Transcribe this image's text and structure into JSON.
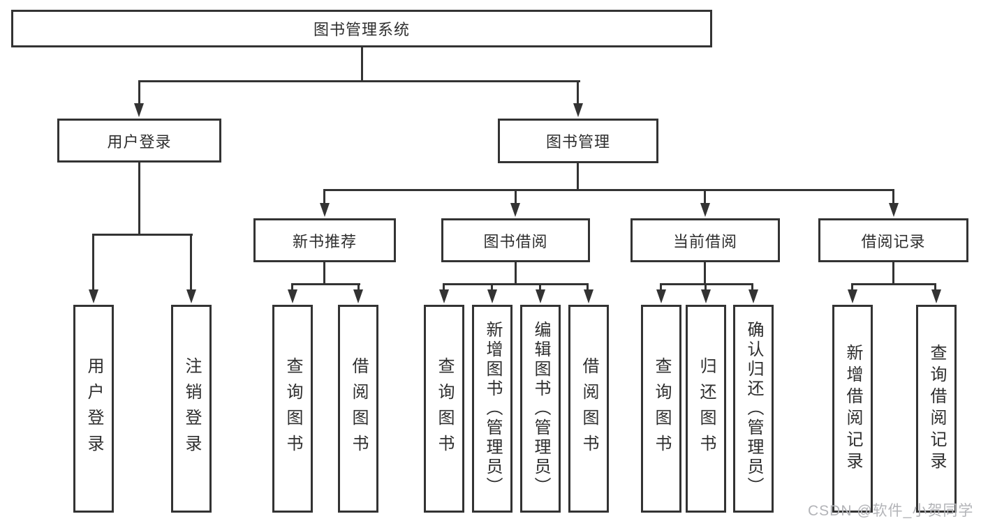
{
  "tree": {
    "root": "图书管理系统",
    "children": [
      {
        "label": "用户登录",
        "leaves": [
          "用户登录",
          "注销登录"
        ]
      },
      {
        "label": "图书管理",
        "children": [
          {
            "label": "新书推荐",
            "leaves": [
              "查询图书",
              "借阅图书"
            ]
          },
          {
            "label": "图书借阅",
            "leaves": [
              "查询图书",
              "新增图书（管理员）",
              "编辑图书（管理员）",
              "借阅图书"
            ]
          },
          {
            "label": "当前借阅",
            "leaves": [
              "查询图书",
              "归还图书",
              "确认归还（管理员）"
            ]
          },
          {
            "label": "借阅记录",
            "leaves": [
              "新增借阅记录",
              "查询借阅记录"
            ]
          }
        ]
      }
    ]
  },
  "watermark": {
    "text": "CSDN @软件_小贺同学"
  },
  "colors": {
    "line": "#333333",
    "text": "#2e2e2e",
    "watermark": "#b3b4b8",
    "background": "#ffffff"
  }
}
